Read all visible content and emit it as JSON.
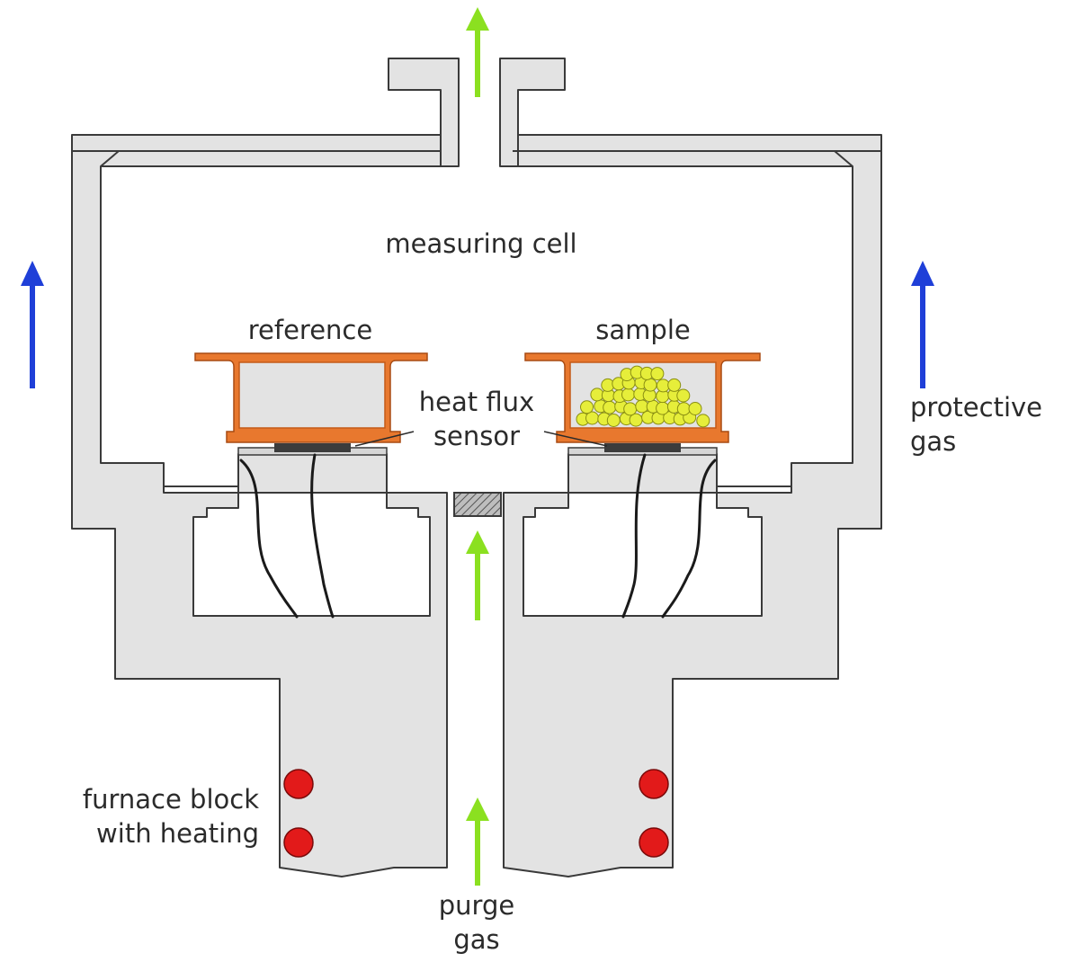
{
  "labels": {
    "measuring_cell": "measuring cell",
    "reference": "reference",
    "sample": "sample",
    "heat_flux_line1": "heat flux",
    "heat_flux_line2": "sensor",
    "protective_gas_line1": "protective",
    "protective_gas_line2": "gas",
    "furnace_line1": "furnace block",
    "furnace_line2": "with heating",
    "purge_line1": "purge",
    "purge_line2": "gas"
  },
  "colors": {
    "housing_fill": "#e3e3e3",
    "housing_stroke": "#3a3a3a",
    "crucible": "#e8782e",
    "crucible_dark": "#c45a18",
    "sensor": "#3c3c3c",
    "sample_grains": "#e6ee3a",
    "heater": "#e21a1a",
    "purge_arrow": "#8be020",
    "protective_arrow": "#1f3fd8",
    "wire": "#1a1a1a"
  },
  "icons": {
    "purge_flow": "arrow-up-icon",
    "protective_flow": "arrow-up-icon",
    "heater": "heating-coil-icon"
  }
}
